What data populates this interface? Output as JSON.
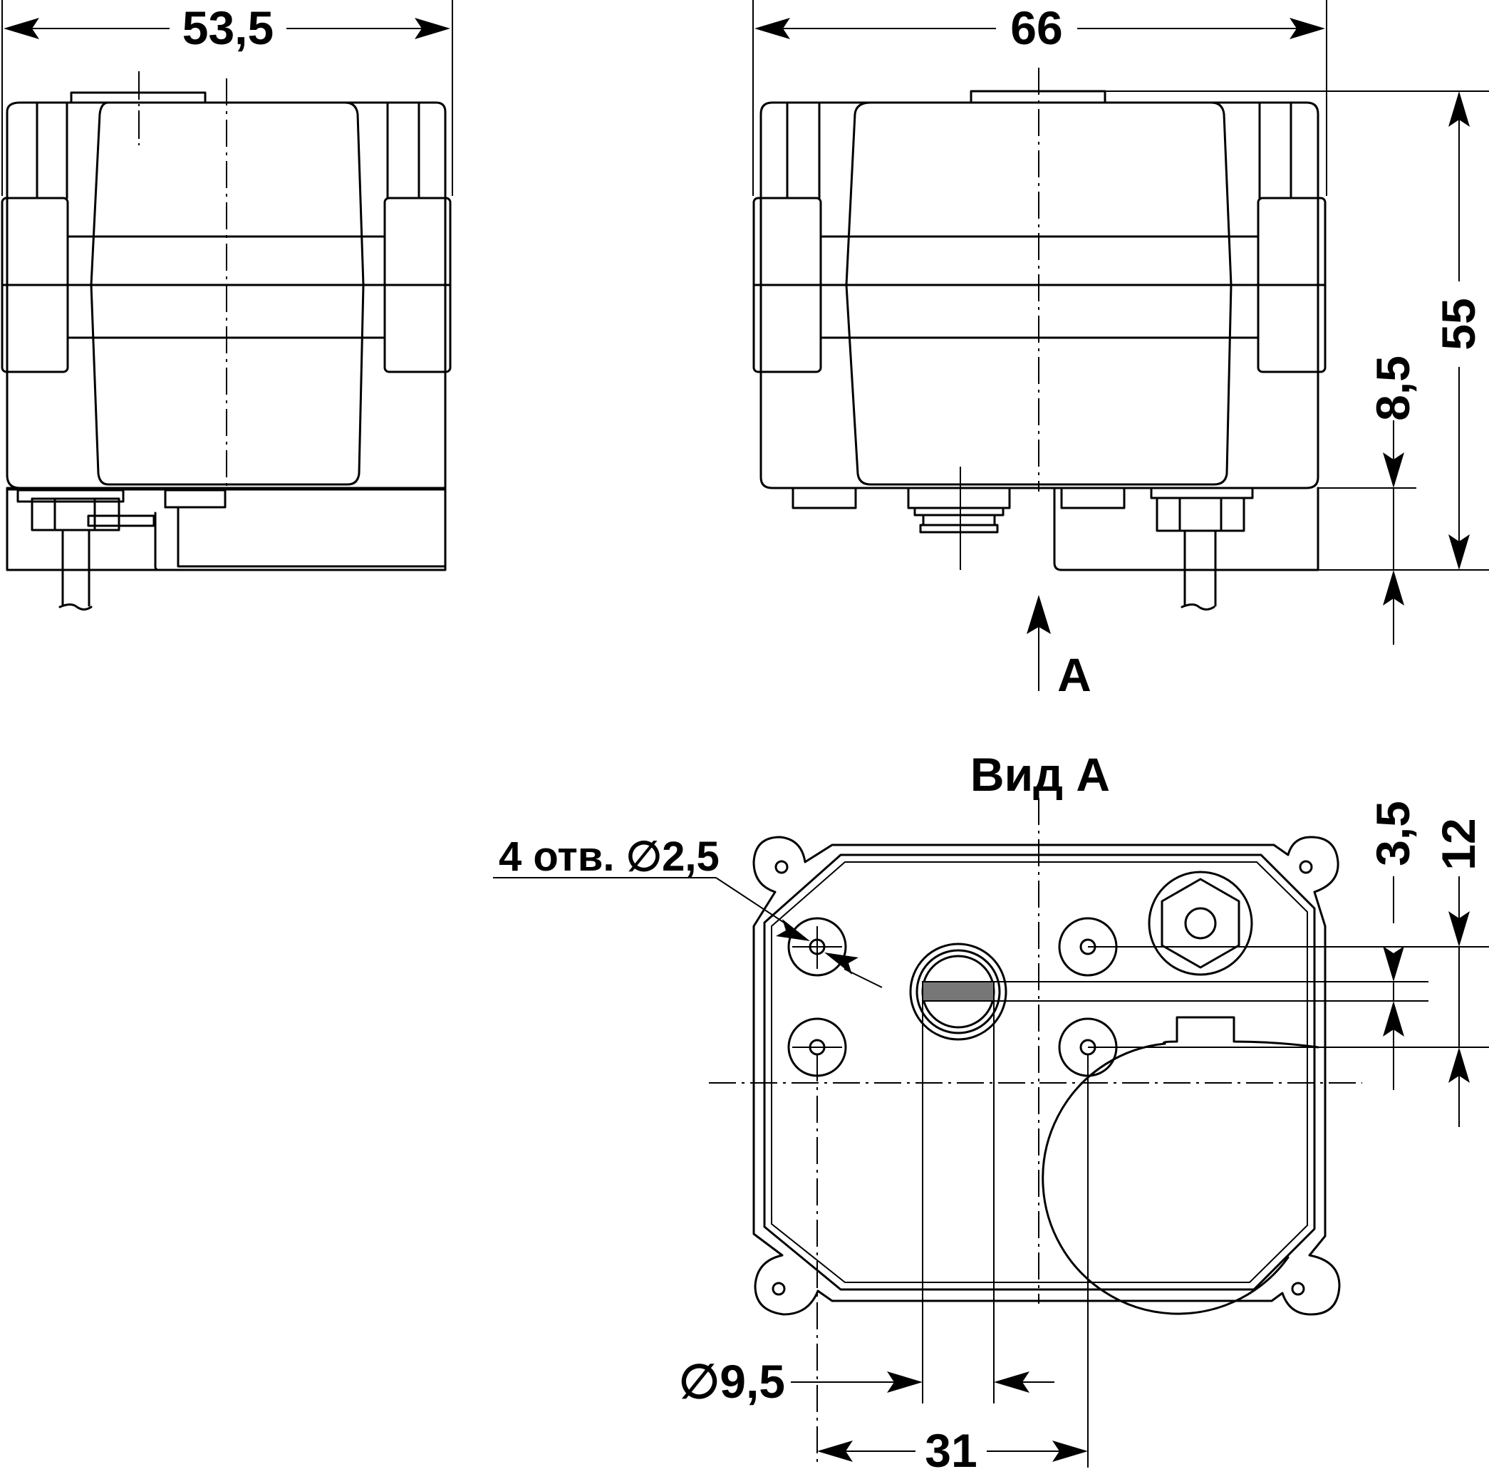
{
  "dimensions": {
    "side_width": "53,5",
    "front_width": "66",
    "height_total": "55",
    "height_offset": "8,5",
    "hole_offset_small": "3,5",
    "hole_offset_large": "12",
    "shaft_diameter": "∅9,5",
    "hole_spacing": "31"
  },
  "labels": {
    "view_arrow": "A",
    "view_title": "Вид A",
    "holes_note": "4 отв. ∅2,5"
  },
  "colors": {
    "line": "#000000",
    "background": "#ffffff",
    "shaft_slot": "#777777"
  }
}
